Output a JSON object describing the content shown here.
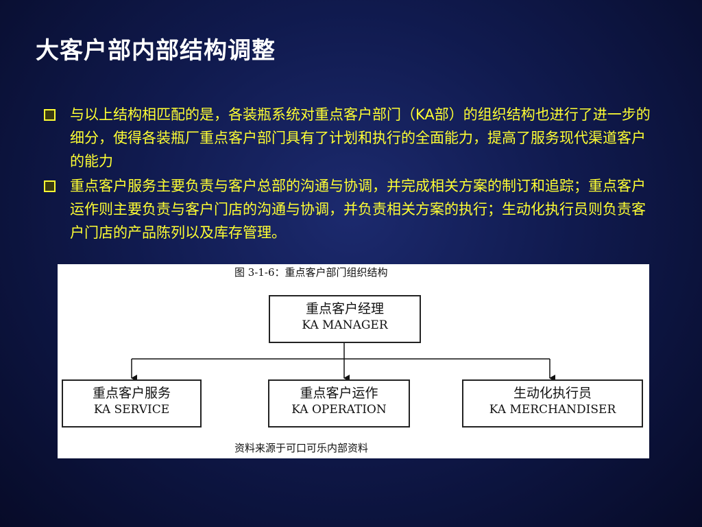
{
  "slide": {
    "title": "大客户部内部结构调整",
    "bullets": [
      "与以上结构相匹配的是，各装瓶系统对重点客户部门（KA部）的组织结构也进行了进一步的细分，使得各装瓶厂重点客户部门具有了计划和执行的全面能力，提高了服务现代渠道客户的能力",
      "重点客户服务主要负责与客户总部的沟通与协调，并完成相关方案的制订和追踪；重点客户运作则主要负责与客户门店的沟通与协调，并负责相关方案的执行；生动化执行员则负责客户门店的产品陈列以及库存管理。"
    ]
  },
  "figure": {
    "caption": "图 3-1-6：重点客户部门组织结构",
    "source": "资料来源于可口可乐内部资料",
    "root": {
      "cn": "重点客户经理",
      "en": "KA MANAGER"
    },
    "children": [
      {
        "cn": "重点客户服务",
        "en": "KA SERVICE"
      },
      {
        "cn": "重点客户运作",
        "en": "KA OPERATION"
      },
      {
        "cn": "生动化执行员",
        "en": "KA MERCHANDISER"
      }
    ]
  },
  "colors": {
    "bullet_text": "#ffff33",
    "title_text": "#ffffff",
    "background": "#101a4e"
  }
}
